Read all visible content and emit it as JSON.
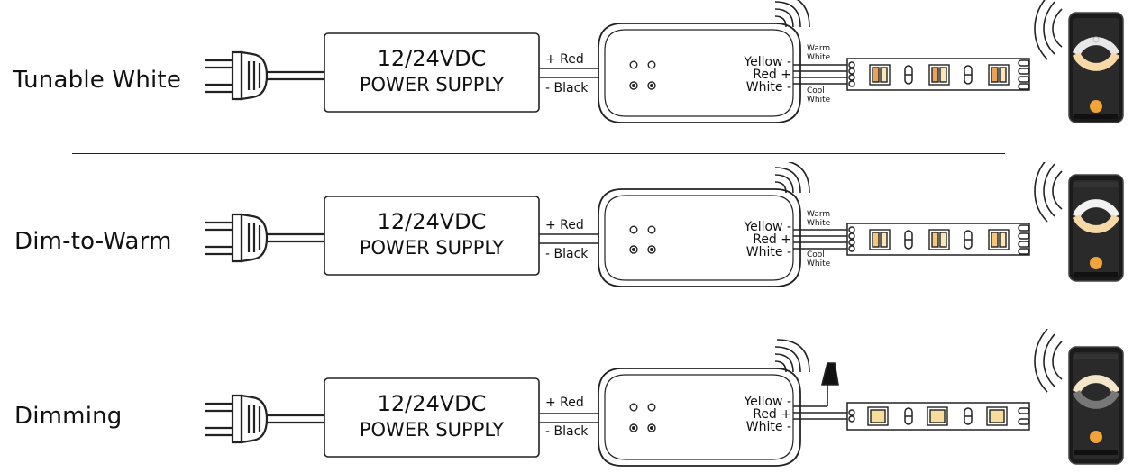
{
  "rows": [
    {
      "label": "Tunable White",
      "psu_line1": "12/24VDC",
      "psu_line2": "POWER SUPPLY",
      "wire_pos": "+ Red",
      "wire_neg": "- Black",
      "ctrl_yellow": "Yellow -",
      "ctrl_red": "Red +",
      "ctrl_white": "White -",
      "warm_1": "Warm",
      "warm_2": "White",
      "cool_1": "Cool",
      "cool_2": "White",
      "led_style": "tunable"
    },
    {
      "label": "Dim-to-Warm",
      "psu_line1": "12/24VDC",
      "psu_line2": "POWER SUPPLY",
      "wire_pos": "+ Red",
      "wire_neg": "- Black",
      "ctrl_yellow": "Yellow -",
      "ctrl_red": "Red +",
      "ctrl_white": "White -",
      "warm_1": "Warm",
      "warm_2": "White",
      "cool_1": "Cool",
      "cool_2": "White",
      "led_style": "dimtowarm"
    },
    {
      "label": "Dimming",
      "psu_line1": "12/24VDC",
      "psu_line2": "POWER SUPPLY",
      "wire_pos": "+ Red",
      "wire_neg": "- Black",
      "ctrl_yellow": "Yellow -",
      "ctrl_red": "Red +",
      "ctrl_white": "White -",
      "led_style": "single"
    }
  ],
  "colors": {
    "line": "#222222",
    "led_warm": "#e9a35a",
    "led_cool": "#fbe6b8",
    "led_single": "#f7dc9c",
    "phone_bg": "#1b1b1b",
    "phone_accent": "#f0a43a"
  }
}
